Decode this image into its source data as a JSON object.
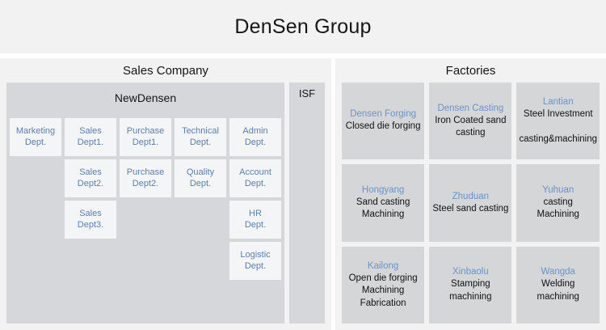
{
  "header": {
    "title": "DenSen Group"
  },
  "sales_panel": {
    "header": "Sales Company",
    "newdensen": {
      "title": "NewDensen",
      "departments": [
        {
          "label": "Marketing\nDept.",
          "row": 1,
          "col": 1
        },
        {
          "label": "Sales\nDept1.",
          "row": 1,
          "col": 2
        },
        {
          "label": "Purchase\nDept1.",
          "row": 1,
          "col": 3
        },
        {
          "label": "Technical\nDept.",
          "row": 1,
          "col": 4
        },
        {
          "label": "Admin\nDept.",
          "row": 1,
          "col": 5
        },
        {
          "label": "Sales\nDept2.",
          "row": 2,
          "col": 2
        },
        {
          "label": "Purchase\nDept2.",
          "row": 2,
          "col": 3
        },
        {
          "label": "Quality\nDept.",
          "row": 2,
          "col": 4
        },
        {
          "label": "Account\nDept.",
          "row": 2,
          "col": 5
        },
        {
          "label": "Sales\nDept3.",
          "row": 3,
          "col": 2
        },
        {
          "label": "HR\nDept.",
          "row": 3,
          "col": 5
        },
        {
          "label": "Logistic\nDept.",
          "row": 4,
          "col": 5
        }
      ]
    },
    "isf": {
      "label": "ISF"
    }
  },
  "factories_panel": {
    "header": "Factories",
    "factories": [
      {
        "name": "Densen Forging",
        "description": "Closed die forging"
      },
      {
        "name": "Densen Casting",
        "description": "Iron Coated sand casting"
      },
      {
        "name": "Lantian",
        "description": "Steel Investment\n\ncasting&machining"
      },
      {
        "name": "Hongyang",
        "description": "Sand casting\nMachining"
      },
      {
        "name": "Zhuduan",
        "description": "Steel sand casting"
      },
      {
        "name": "Yuhuan",
        "description": "casting\nMachining"
      },
      {
        "name": "Kailong",
        "description": "Open die forging\nMachining\nFabrication"
      },
      {
        "name": "Xinbaolu",
        "description": "Stamping\nmachining"
      },
      {
        "name": "Wangda",
        "description": "Welding\nmachining"
      }
    ]
  },
  "colors": {
    "band_background": "#f2f2f3",
    "panel_background": "#f2f2f3",
    "group_box": "#d5d7da",
    "dept_tile": "#f4f5f7",
    "dept_text": "#5a7fae",
    "factory_tile": "#d4d6d8",
    "factory_name_text": "#6a93c8",
    "factory_desc_text": "#111111",
    "title_text": "#171717"
  }
}
